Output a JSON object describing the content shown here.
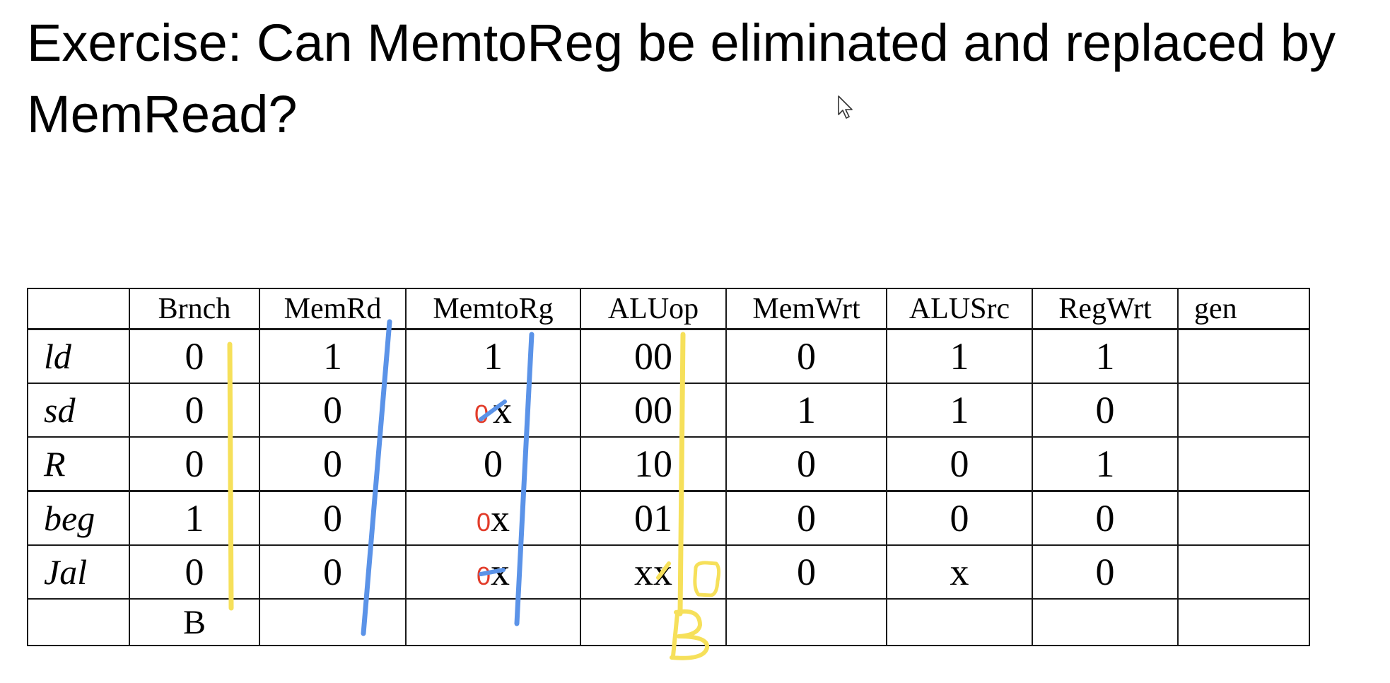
{
  "slide": {
    "title_line1": "Exercise: Can MemtoReg be eliminated and replaced by",
    "title_line2": "MemRead?"
  },
  "table": {
    "headers": [
      "",
      "Brnch",
      "MemRd",
      "MemtoRg",
      "ALUop",
      "MemWrt",
      "ALUSrc",
      "RegWrt",
      "gen"
    ],
    "rows": [
      {
        "instr": "ld",
        "brnch": "0",
        "memrd": "1",
        "memtorg": "1",
        "memtorg_note": "",
        "aluop": "00",
        "memwrt": "0",
        "alusrc": "1",
        "regwrt": "1",
        "gen": ""
      },
      {
        "instr": "sd",
        "brnch": "0",
        "memrd": "0",
        "memtorg": "x",
        "memtorg_note": "0",
        "aluop": "00",
        "memwrt": "1",
        "alusrc": "1",
        "regwrt": "0",
        "gen": ""
      },
      {
        "instr": "R",
        "brnch": "0",
        "memrd": "0",
        "memtorg": "0",
        "memtorg_note": "",
        "aluop": "10",
        "memwrt": "0",
        "alusrc": "0",
        "regwrt": "1",
        "gen": ""
      },
      {
        "instr": "beg",
        "brnch": "1",
        "memrd": "0",
        "memtorg": "x",
        "memtorg_note": "0",
        "aluop": "01",
        "memwrt": "0",
        "alusrc": "0",
        "regwrt": "0",
        "gen": ""
      },
      {
        "instr": "Jal",
        "brnch": "0",
        "memrd": "0",
        "memtorg": "x",
        "memtorg_note": "0",
        "aluop": "xx",
        "memwrt": "0",
        "alusrc": "x",
        "regwrt": "0",
        "gen": ""
      }
    ],
    "footer": {
      "brnch": "B"
    }
  },
  "colors": {
    "yellow_ink": "#f6e05a",
    "blue_ink": "#5b93e8",
    "red_ink": "#e23c2a"
  },
  "icons": {
    "cursor": "mouse-pointer-icon"
  }
}
